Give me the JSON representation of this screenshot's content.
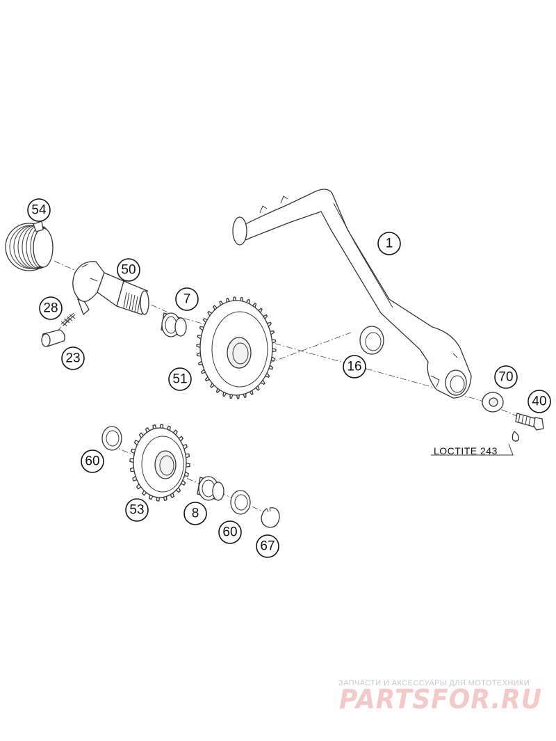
{
  "callouts": {
    "c1": "1",
    "c54": "54",
    "c50": "50",
    "c7": "7",
    "c28": "28",
    "c23": "23",
    "c51": "51",
    "c16": "16",
    "c70": "70",
    "c40": "40",
    "c60a": "60",
    "c53": "53",
    "c8": "8",
    "c60b": "60",
    "c67": "67"
  },
  "loctite_label": "LOCTITE 243",
  "watermark": {
    "tagline": "ЗАПЧАСТИ И АКСЕССУАРЫ ДЛЯ МОТОТЕХНИКИ",
    "logo": "PARTSFOR.RU"
  }
}
